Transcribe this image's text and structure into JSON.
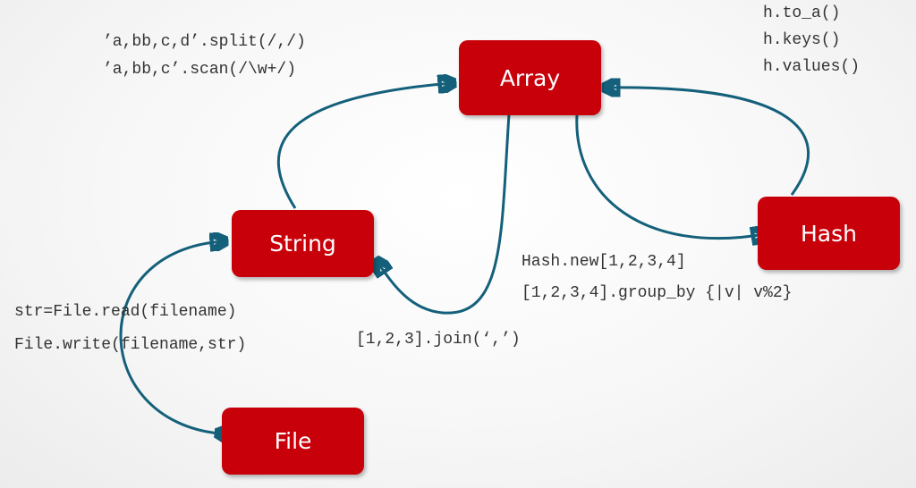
{
  "nodes": {
    "array": "Array",
    "string": "String",
    "hash": "Hash",
    "file": "File"
  },
  "labels": {
    "split": "’a,bb,c,d’.split(/,/)",
    "scan": "’a,bb,c’.scan(/\\w+/)",
    "to_a": "h.to_a()",
    "keys": "h.keys()",
    "values": "h.values()",
    "hash_new": "Hash.new[1,2,3,4]",
    "group_by": "[1,2,3,4].group_by {|v| v%2}",
    "file_read": "str=File.read(filename)",
    "file_write": "File.write(filename,str)",
    "join": "[1,2,3].join(‘,’)"
  },
  "colors": {
    "node_fill": "#c8000a",
    "node_text": "#ffffff",
    "edge": "#14607a",
    "code_text": "#333333"
  }
}
